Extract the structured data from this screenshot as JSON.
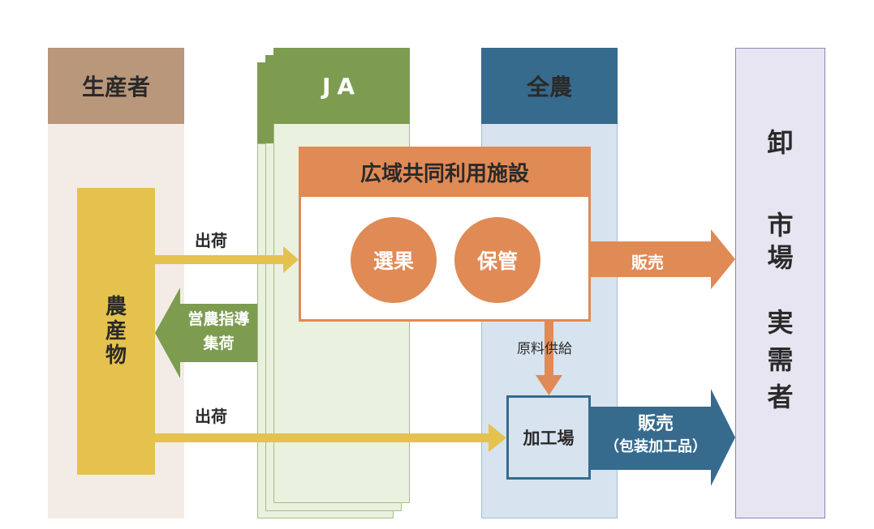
{
  "columns": {
    "producer": "生産者",
    "ja": "JA",
    "zennoh": "全農",
    "market": [
      "卸",
      "市",
      "場",
      "",
      "実",
      "需",
      "者"
    ]
  },
  "produce": [
    "農",
    "産",
    "物"
  ],
  "facility": {
    "title": "広域共同利用施設",
    "sorting": "選果",
    "storage": "保管"
  },
  "arrows": {
    "ship_top": "出荷",
    "guidance": [
      "営農指導",
      "集荷"
    ],
    "ship_bottom": "出荷",
    "sales": "販売",
    "raw_supply": "原料供給",
    "processed_sales": [
      "販売",
      "（包装加工品）"
    ]
  },
  "processing_plant": "加工場",
  "colors": {
    "producer_header": "#b9977b",
    "producer_body": "#f3ebe5",
    "produce_box": "#e4c24d",
    "ja_header": "#7d9c50",
    "ja_body": "#eaf1df",
    "zennoh_header": "#366b8e",
    "zennoh_body": "#d7e3ee",
    "facility": "#e08a55",
    "market_body": "#e7e5f1",
    "market_border": "#8b85b8"
  }
}
